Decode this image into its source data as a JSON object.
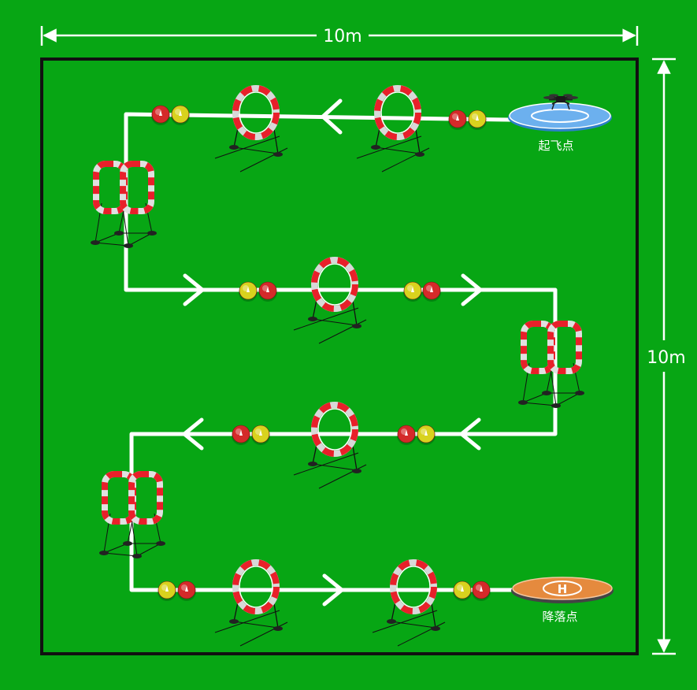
{
  "dimensions": {
    "width_label": "10m",
    "height_label": "10m"
  },
  "takeoff": {
    "label": "起飞点",
    "pad_color": "#5aa2e6"
  },
  "landing": {
    "label": "降落点",
    "pad_color": "#e58a3e",
    "symbol": "H"
  },
  "colors": {
    "field": "#07a614",
    "path": "#ffffff",
    "hoop": "#e8202a",
    "cone_red": "#d42a2a",
    "cone_yellow": "#d8d21e"
  },
  "path_arrow_icons": [
    "arrow-left-icon",
    "arrow-right-icon",
    "arrow-left-icon",
    "arrow-right-icon"
  ]
}
